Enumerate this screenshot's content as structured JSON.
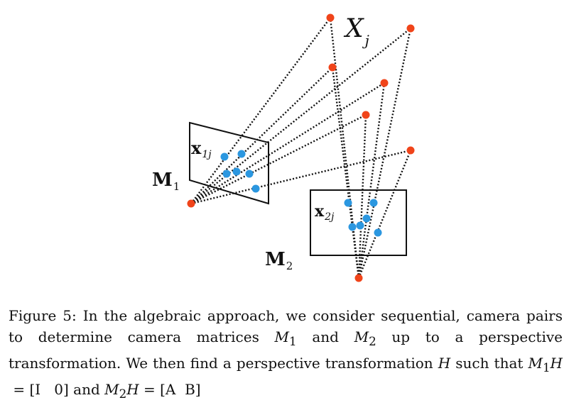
{
  "diagram": {
    "labels": {
      "world_points": "X",
      "world_points_sub": "j",
      "image1_points": "x",
      "image1_points_sub": "1j",
      "image2_points": "x",
      "image2_points_sub": "2j",
      "camera1": "M",
      "camera1_sub": "1",
      "camera2": "M",
      "camera2_sub": "2"
    },
    "colors": {
      "world_point": "#f0441a",
      "camera_center": "#f0441a",
      "image_point": "#2b97e0",
      "line": "#111111"
    }
  },
  "caption": {
    "seg1": "Figure 5: In the algebraic approach, we consider sequential, camera pairs to determine camera matrices ",
    "m1": "M",
    "m1_sub": "1",
    "seg2": " and ",
    "m2": "M",
    "m2_sub": "2",
    "seg3": " up to a perspective transformation. We then find a perspective transformation ",
    "h": "H",
    "seg4": " such that ",
    "eq1": "M",
    "eq1_sub": "1",
    "eq1_rest": "H",
    "eq1_rhs": " = [I   0]",
    "seg5": " and ",
    "eq2": "M",
    "eq2_sub": "2",
    "eq2_rest": "H",
    "eq2_rhs": " = [A  B]"
  }
}
